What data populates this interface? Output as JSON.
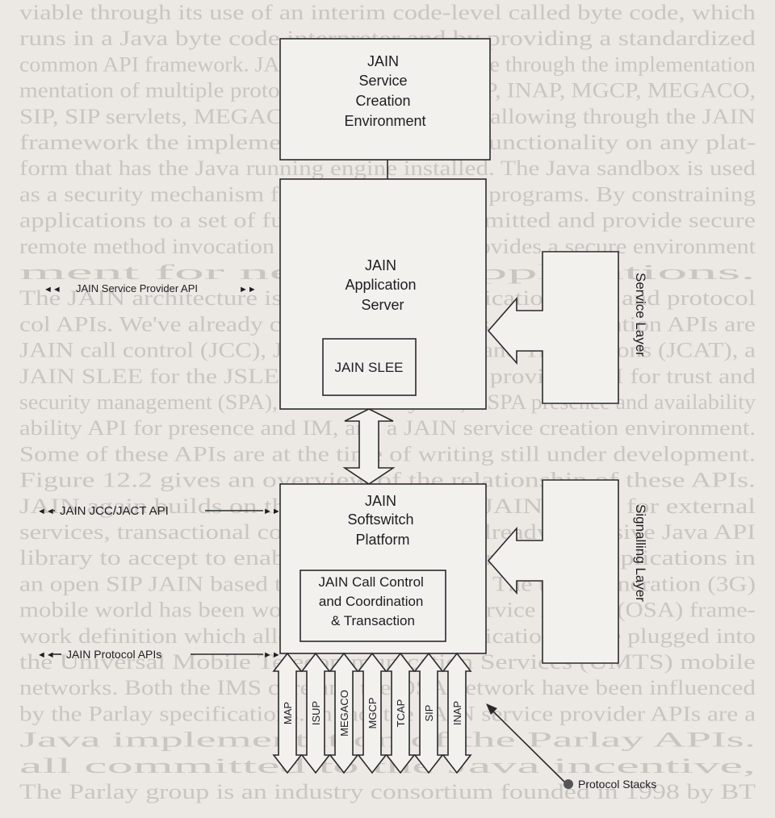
{
  "background_text": [
    "viable through its use of an interim code-level called byte code, which",
    "runs in a Java byte code interpreter and by providing a standardized",
    "common API framework. JAIN delivers convergence through the implementation",
    "mentation of multiple protocol stacks (ISUP, MAP, INAP, MGCP, MEGACO,",
    "SIP, SIP servlets, MEGACO/H.248 and LSCP) allowing through the JAIN",
    "framework the implementation of a given functionality on any plat-",
    "form that has the Java running engine installed. The Java sandbox is used",
    "as a security mechanism for controlling signal programs. By constraining",
    "applications to a set of functions that are permitted and provide secure",
    "remote method invocation procedures, JAIN provides a secure environment",
    "ment for network applications.",
    "The JAIN architecture is a set of APIs: application APIs and protocol",
    "col APIs. We've already covered the protocols. The application APIs are",
    "JAIN call control (JCC), JAIN Coordinations and Transactions (JCAT), a",
    "JAIN SLEE for the JSLEE use, JAIN service provider API for trust and",
    "security management (SPA), a SPA mobility API, a SPA presence and availability",
    "ability API for presence and IM, and a JAIN service creation environment.",
    "Some of these APIs are at the time of writing still under development.",
    "Figure 12.2 gives an overview of the relationship of these APIs.",
    "JAIN again builds on the tried and tested JAIN model for external",
    "services, transactional control and uses the already extensive Java API",
    "library to accept to enable to enhance the integrated applications in",
    "an open SIP JAIN based telecommunications. The third generation (3G)",
    "mobile world has been working on an Open Service Access (OSA) frame-",
    "work definition which allows third-party applications to be plugged into",
    "the Universal Mobile Telecommunication Services (UMTS) mobile",
    "networks. Both the IMS core and the OSA network have been influenced",
    "by the Parlay specifications. In fact the JAIN service provider APIs are a",
    "Java implementation of the Parlay APIs.",
    "all committed to the Java incentive,",
    "The Parlay group is an industry consortium founded in 1998 by BT"
  ],
  "boxes": {
    "sce": [
      "JAIN",
      "Service",
      "Creation",
      "Environment"
    ],
    "app_server": [
      "JAIN",
      "Application",
      "Server"
    ],
    "slee": [
      "JAIN SLEE"
    ],
    "softswitch": [
      "JAIN",
      "Softswitch",
      "Platform"
    ],
    "call_control": [
      "JAIN Call Control",
      "and Coordination",
      "& Transaction"
    ]
  },
  "apis": {
    "service_provider": "JAIN Service Provider API",
    "jcc_jact": "JAIN JCC/JACT API",
    "protocol": "JAIN Protocol APIs"
  },
  "layers": {
    "service": "Service Layer",
    "signalling": "Signalling Layer"
  },
  "protocols": [
    "MAP",
    "ISUP",
    "MEGACO",
    "MGCP",
    "TCAP",
    "SIP",
    "INAP"
  ],
  "protocol_stacks_label": "Protocol Stacks",
  "colors": {
    "page_bg": "#ece9e5",
    "box_fill": "#f3f1ee",
    "line": "#2a2a2a",
    "bg_text": "#c9c6c1"
  }
}
